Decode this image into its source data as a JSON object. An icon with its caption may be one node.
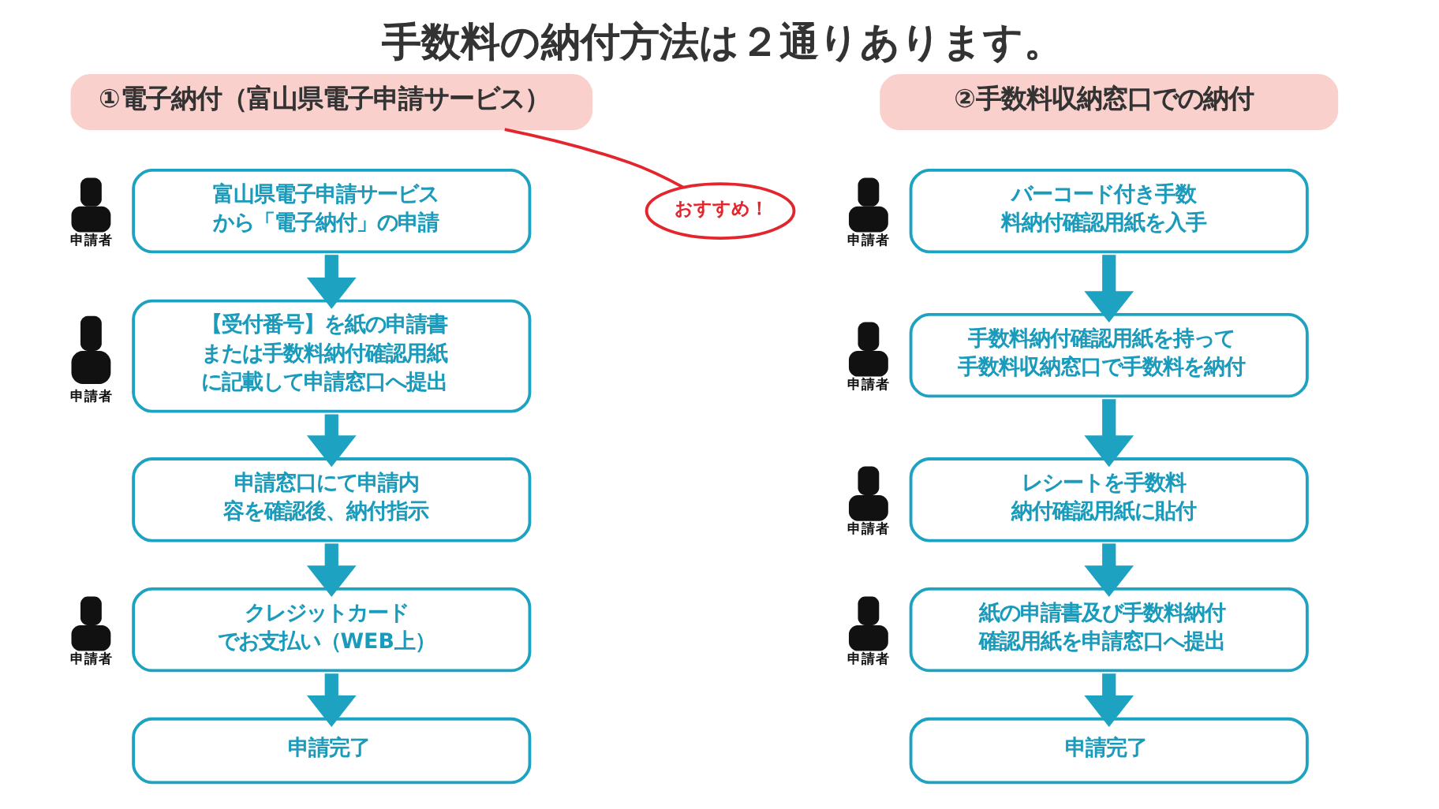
{
  "diagram": {
    "title": "手数料の納付方法は２通りあります。",
    "nodes": [
      {
        "text": [
          "①電子納付（富山県電子申請サービス）"
        ]
      },
      {
        "text": [
          "おすすめ！"
        ]
      },
      {
        "text": [
          "富山県電子申請サービスから「電子納付」の申請"
        ],
        "beside": [
          "申請者"
        ]
      },
      {
        "text": [
          "【受付番号】を紙の申請書または手数料納付確認用紙に記載して申請窓口へ提出"
        ],
        "beside": [
          "申請者"
        ]
      },
      {
        "text": [
          "申請窓口にて申請内容を確認後、納付指示"
        ]
      },
      {
        "text": [
          "クレジットカードでお支払い（WEB上）"
        ],
        "beside": [
          "申請者"
        ]
      },
      {
        "text": [
          "申請完了"
        ]
      },
      {
        "text": [
          "②手数料収納窓口での納付"
        ]
      },
      {
        "text": [
          "バーコード付き手数料納付確認用紙を入手"
        ],
        "beside": [
          "申請者"
        ]
      },
      {
        "text": [
          "手数料納付確認用紙を持って手数料収納窓口で手数料を納付"
        ],
        "beside": [
          "申請者"
        ]
      },
      {
        "text": [
          "レシートを手数料納付確認用紙に貼付"
        ],
        "beside": [
          "申請者"
        ]
      },
      {
        "text": [
          "紙の申請書及び手数料納付確認用紙を申請窓口へ提出"
        ],
        "beside": [
          "申請者"
        ]
      },
      {
        "text": [
          "申請完了"
        ]
      }
    ],
    "edges": [
      {
        "from": 1,
        "to": 0,
        "arrow": "none",
        "color": "#e3262d"
      },
      {
        "from": 2,
        "to": 3,
        "arrow": "to"
      },
      {
        "from": 3,
        "to": 4,
        "arrow": "to"
      },
      {
        "from": 4,
        "to": 5,
        "arrow": "to"
      },
      {
        "from": 5,
        "to": 6,
        "arrow": "to"
      },
      {
        "from": 8,
        "to": 9,
        "arrow": "to"
      },
      {
        "from": 9,
        "to": 10,
        "arrow": "to"
      },
      {
        "from": 10,
        "to": 11,
        "arrow": "to"
      },
      {
        "from": 11,
        "to": 12,
        "arrow": "to"
      }
    ]
  }
}
